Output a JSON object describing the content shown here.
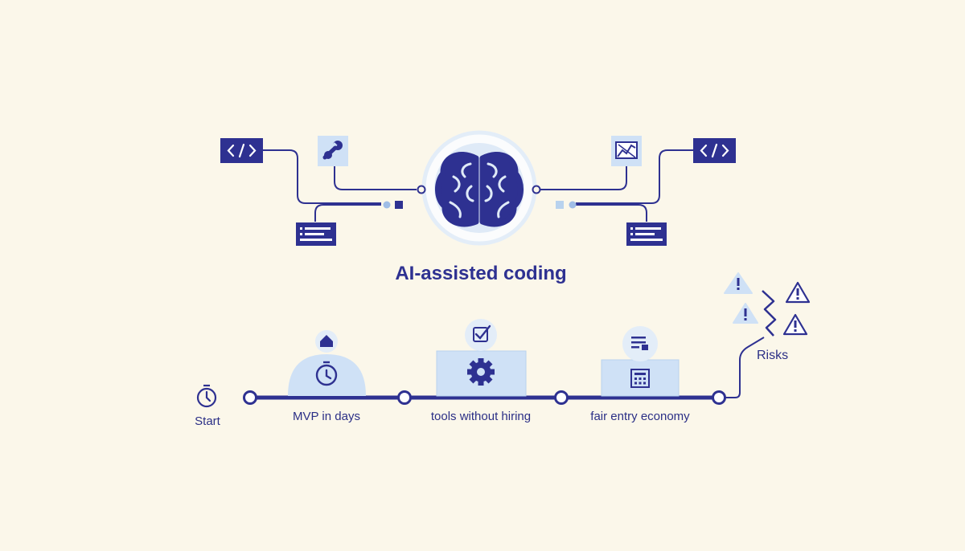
{
  "title": "AI-assisted coding",
  "timeline": {
    "start_label": "Start",
    "steps": [
      {
        "label": "MVP in days",
        "badge_icon": "home-icon",
        "main_icon": "stopwatch-icon"
      },
      {
        "label": "tools without hiring",
        "badge_icon": "checkbox-icon",
        "main_icon": "gear-icon"
      },
      {
        "label": "fair entry economy",
        "badge_icon": "document-icon",
        "main_icon": "calculator-icon"
      }
    ],
    "end_label": "Risks"
  },
  "icons": {
    "center": "brain-icon",
    "left": [
      "code-tag-icon",
      "wrench-icon",
      "text-lines-icon"
    ],
    "right": [
      "code-tag-icon",
      "chart-icon",
      "text-lines-icon"
    ],
    "risk": [
      "warning-icon",
      "warning-icon",
      "warning-icon",
      "warning-icon",
      "lightning-bolt-icon"
    ]
  },
  "colors": {
    "background": "#fbf7ea",
    "primary": "#2e3191",
    "light": "#cfe1f6",
    "ring": "#e3edf8"
  }
}
